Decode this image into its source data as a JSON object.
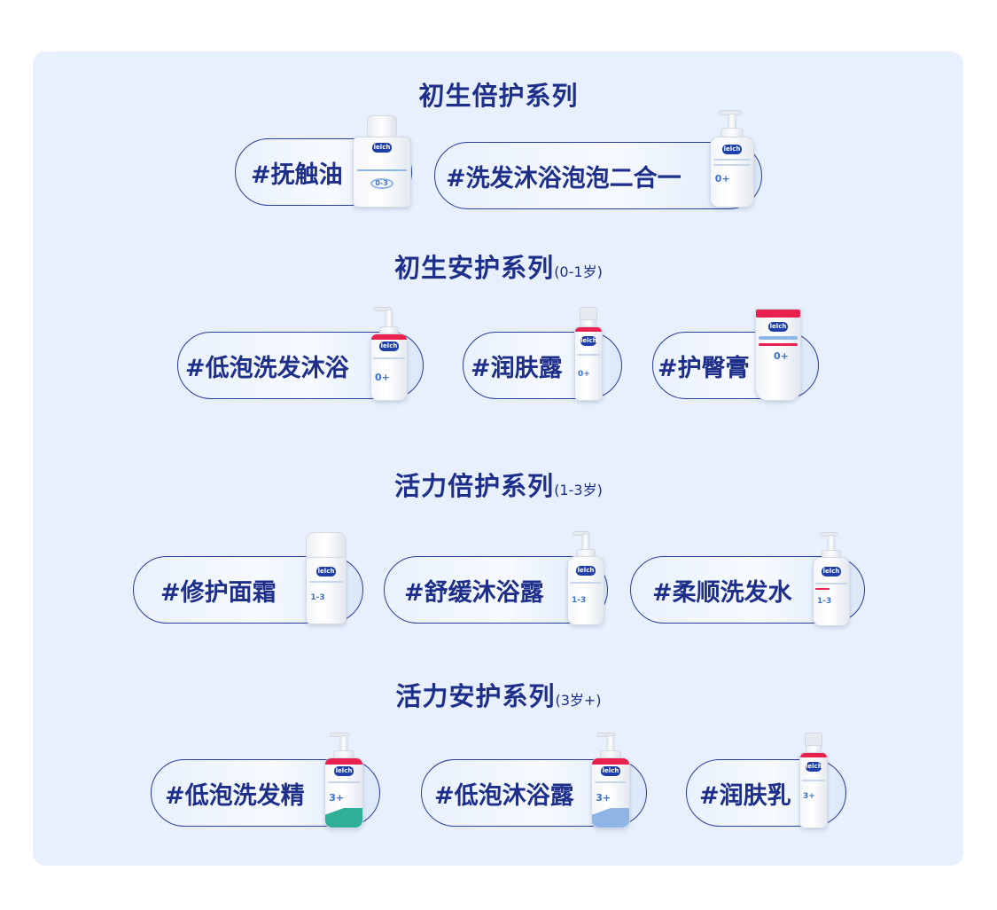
{
  "series": [
    {
      "title": "初生倍护系列",
      "age": "",
      "products": [
        {
          "label": "#抚触油",
          "age_mark": "0-3"
        },
        {
          "label": "#洗发沐浴泡泡二合一",
          "age_mark": "0+"
        }
      ]
    },
    {
      "title": "初生安护系列",
      "age": "(0-1岁)",
      "products": [
        {
          "label": "#低泡洗发沐浴",
          "age_mark": "0+"
        },
        {
          "label": "#润肤露",
          "age_mark": "0+"
        },
        {
          "label": "#护臀膏",
          "age_mark": "0+"
        }
      ]
    },
    {
      "title": "活力倍护系列",
      "age": "(1-3岁)",
      "products": [
        {
          "label": "#修护面霜",
          "age_mark": "1-3"
        },
        {
          "label": "#舒缓沐浴露",
          "age_mark": "1-3"
        },
        {
          "label": "#柔顺洗发水",
          "age_mark": "1-3"
        }
      ]
    },
    {
      "title": "活力安护系列",
      "age": "(3岁+)",
      "products": [
        {
          "label": "#低泡洗发精",
          "age_mark": "3+"
        },
        {
          "label": "#低泡沐浴露",
          "age_mark": "3+"
        },
        {
          "label": "#润肤乳",
          "age_mark": "3+"
        }
      ]
    }
  ],
  "brand_logo": "lelch",
  "colors": {
    "panel_background": "#e7f0fc",
    "title_text": "#1d2f8a",
    "pill_border": "#2a3d99",
    "logo_blue": "#1e3fa8",
    "accent_red": "#e8214f",
    "accent_teal": "#2fae9a",
    "accent_blue": "#8fb4e6"
  }
}
